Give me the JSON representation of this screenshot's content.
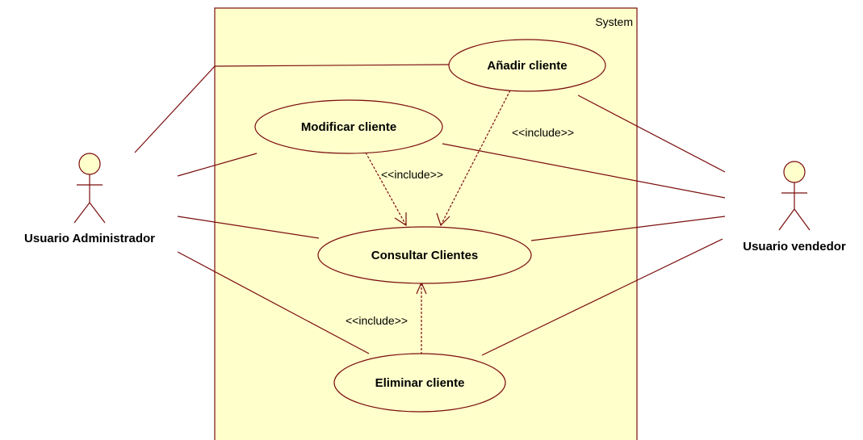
{
  "system": {
    "label": "System"
  },
  "actors": {
    "admin": {
      "name": "Usuario Administrador"
    },
    "seller": {
      "name": "Usuario vendedor"
    }
  },
  "use_cases": {
    "add": "Añadir cliente",
    "modify": "Modificar cliente",
    "consult": "Consultar Clientes",
    "delete": "Eliminar cliente"
  },
  "relations": {
    "include_add": "<<include>>",
    "include_modify": "<<include>>",
    "include_delete": "<<include>>"
  },
  "colors": {
    "stroke": "#7a0d0d",
    "fill": "#ffffcc",
    "system_fill": "#ffffcc"
  }
}
